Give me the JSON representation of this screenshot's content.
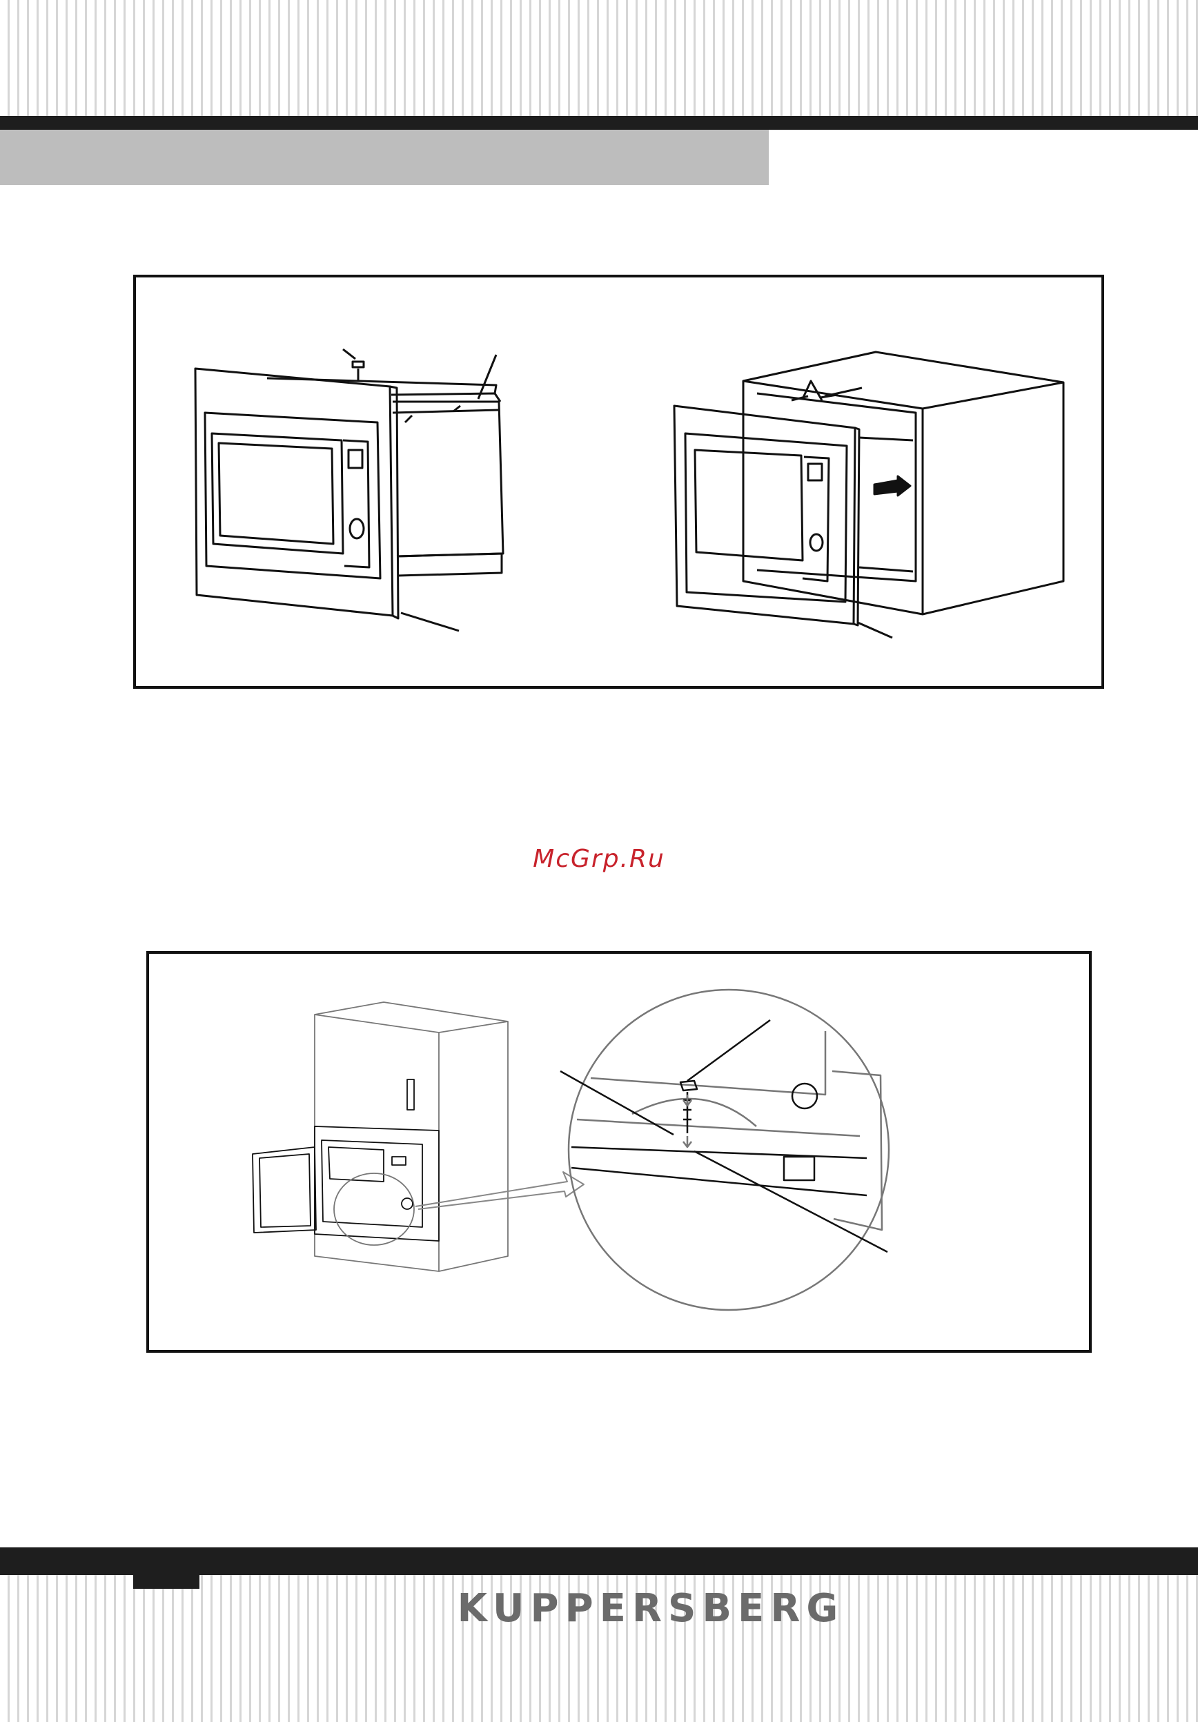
{
  "watermark": "McGrp.Ru",
  "brand": "KUPPERSBERG",
  "figures": [
    {
      "name": "installation-step-frame"
    },
    {
      "name": "installation-step-screw"
    }
  ],
  "colors": {
    "bar": "#1e1e1e",
    "band": "#bdbdbd",
    "watermark": "#c8232c",
    "brand": "#6b6b6b"
  }
}
